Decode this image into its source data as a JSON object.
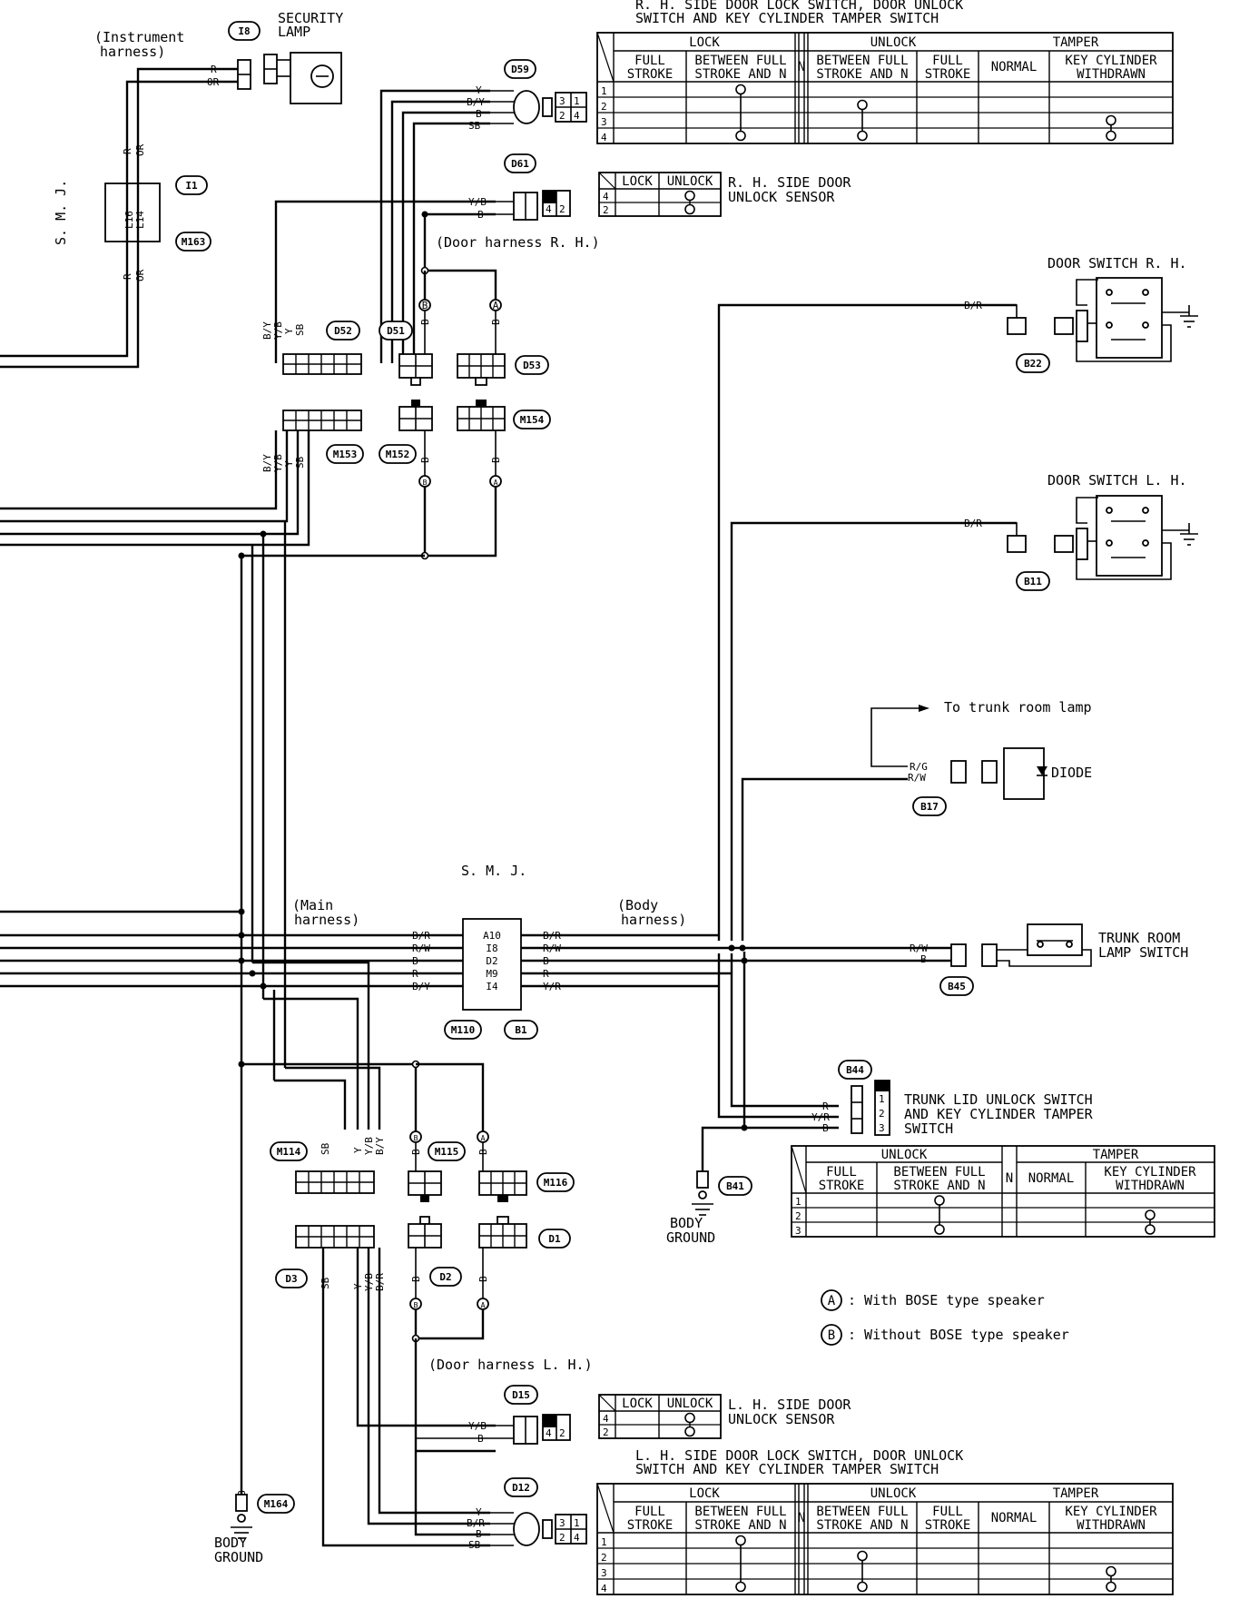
{
  "top_left": {
    "instrument_harness": [
      "(Instrument",
      "harness)"
    ],
    "i8_ref": "I8",
    "security_lamp": [
      "SECURITY",
      "LAMP"
    ],
    "wire_r": "R",
    "wire_or": "OR",
    "smj_label": "S. M. J.",
    "l16": "L16",
    "l14": "L14",
    "i1_ref": "I1",
    "m163_ref": "M163"
  },
  "rh_switch_title": [
    "R. H.  SIDE DOOR LOCK SWITCH, DOOR UNLOCK",
    "SWITCH AND KEY CYLINDER TAMPER SWITCH"
  ],
  "lh_switch_title": [
    "L. H.  SIDE DOOR LOCK SWITCH, DOOR UNLOCK",
    "SWITCH AND KEY CYLINDER TAMPER SWITCH"
  ],
  "switch_table": {
    "groups": [
      "LOCK",
      "UNLOCK",
      "TAMPER"
    ],
    "cols": [
      [
        "FULL",
        "STROKE"
      ],
      [
        "BETWEEN FULL",
        "STROKE AND N"
      ],
      [
        "N"
      ],
      [
        "BETWEEN FULL",
        "STROKE AND N"
      ],
      [
        "FULL",
        "STROKE"
      ],
      [
        "NORMAL"
      ],
      [
        "KEY CYLINDER",
        "WITHDRAWN"
      ]
    ],
    "rows": [
      "1",
      "2",
      "3",
      "4"
    ]
  },
  "sensor_table": {
    "cols": [
      "LOCK",
      "UNLOCK"
    ],
    "rows": [
      "4",
      "2"
    ]
  },
  "trunk_table": {
    "groups": [
      "UNLOCK",
      "TAMPER"
    ],
    "cols": [
      [
        "FULL",
        "STROKE"
      ],
      [
        "BETWEEN FULL",
        "STROKE AND N"
      ],
      [
        "N"
      ],
      [
        "NORMAL"
      ],
      [
        "KEY CYLINDER",
        "WITHDRAWN"
      ]
    ],
    "rows": [
      "1",
      "2",
      "3"
    ]
  },
  "connectors": {
    "d59": "D59",
    "d61": "D61",
    "d52": "D52",
    "d51": "D51",
    "d53": "D53",
    "m154": "M154",
    "m153": "M153",
    "m152": "M152",
    "b22": "B22",
    "b11": "B11",
    "b17": "B17",
    "b45": "B45",
    "b44": "B44",
    "b41": "B41",
    "m110": "M110",
    "b1": "B1",
    "m114": "M114",
    "m115": "M115",
    "m116": "M116",
    "d1": "D1",
    "d2": "D2",
    "d3": "D3",
    "d15": "D15",
    "d12": "D12",
    "m164": "M164"
  },
  "labels": {
    "rh_sensor": [
      "R. H.  SIDE DOOR",
      "UNLOCK SENSOR"
    ],
    "lh_sensor": [
      "L. H.  SIDE DOOR",
      "UNLOCK SENSOR"
    ],
    "door_harness_rh": "(Door harness R. H.)",
    "door_harness_lh": "(Door harness L. H.)",
    "door_switch_rh": "DOOR SWITCH R. H.",
    "door_switch_lh": "DOOR SWITCH L. H.",
    "to_trunk_room_lamp": "To trunk room lamp",
    "diode": "DIODE",
    "smj_mid": "S. M. J.",
    "main_harness": [
      "(Main",
      "harness)"
    ],
    "body_harness": [
      "(Body",
      "harness)"
    ],
    "trunk_room_lamp_switch": [
      "TRUNK ROOM",
      "LAMP SWITCH"
    ],
    "trunk_lid_switch": [
      "TRUNK LID UNLOCK SWITCH",
      "AND KEY CYLINDER TAMPER",
      "SWITCH"
    ],
    "body_ground": [
      "BODY",
      "GROUND"
    ],
    "legend_a_mark": "A",
    "legend_a": ": With BOSE type speaker",
    "legend_b_mark": "B",
    "legend_b": ": Without BOSE type speaker"
  },
  "wires": {
    "d59_wires": [
      "Y",
      "B/Y",
      "B",
      "SB"
    ],
    "d61_wires": [
      "Y/B",
      "B"
    ],
    "d15_wires": [
      "Y/B",
      "B"
    ],
    "d12_wires": [
      "Y",
      "B/R",
      "B",
      "SB"
    ],
    "d52_wires": [
      "B/Y",
      "Y/B",
      "Y",
      "SB"
    ],
    "m153_wires": [
      "B/Y",
      "Y/B",
      "Y",
      "SB"
    ],
    "m114_wires": [
      "SB",
      "Y",
      "Y/B",
      "B/Y"
    ],
    "d3_wires": [
      "SB",
      "Y",
      "Y/B",
      "B/R"
    ],
    "smj_left_wires": [
      "B/R",
      "R/W",
      "B",
      "R",
      "B/Y"
    ],
    "smj_pins": [
      "A10",
      "I8",
      "D2",
      "M9",
      "I4"
    ],
    "smj_right_wires": [
      "B/R",
      "R/W",
      "B",
      "R",
      "Y/R"
    ],
    "b22_wire": "B/R",
    "b11_wire": "B/R",
    "b17_wires": [
      "R/G",
      "R/W"
    ],
    "b45_wires": [
      "R/W",
      "B"
    ],
    "b44_wires": [
      "R",
      "Y/R",
      "B"
    ],
    "b44_pins": [
      "1",
      "2",
      "3"
    ],
    "b_wire": "B",
    "circle_a": "A",
    "circle_b": "B",
    "plug_pins": [
      "1",
      "3",
      "2",
      "4"
    ],
    "sensor_pins": [
      "4",
      "2"
    ]
  }
}
